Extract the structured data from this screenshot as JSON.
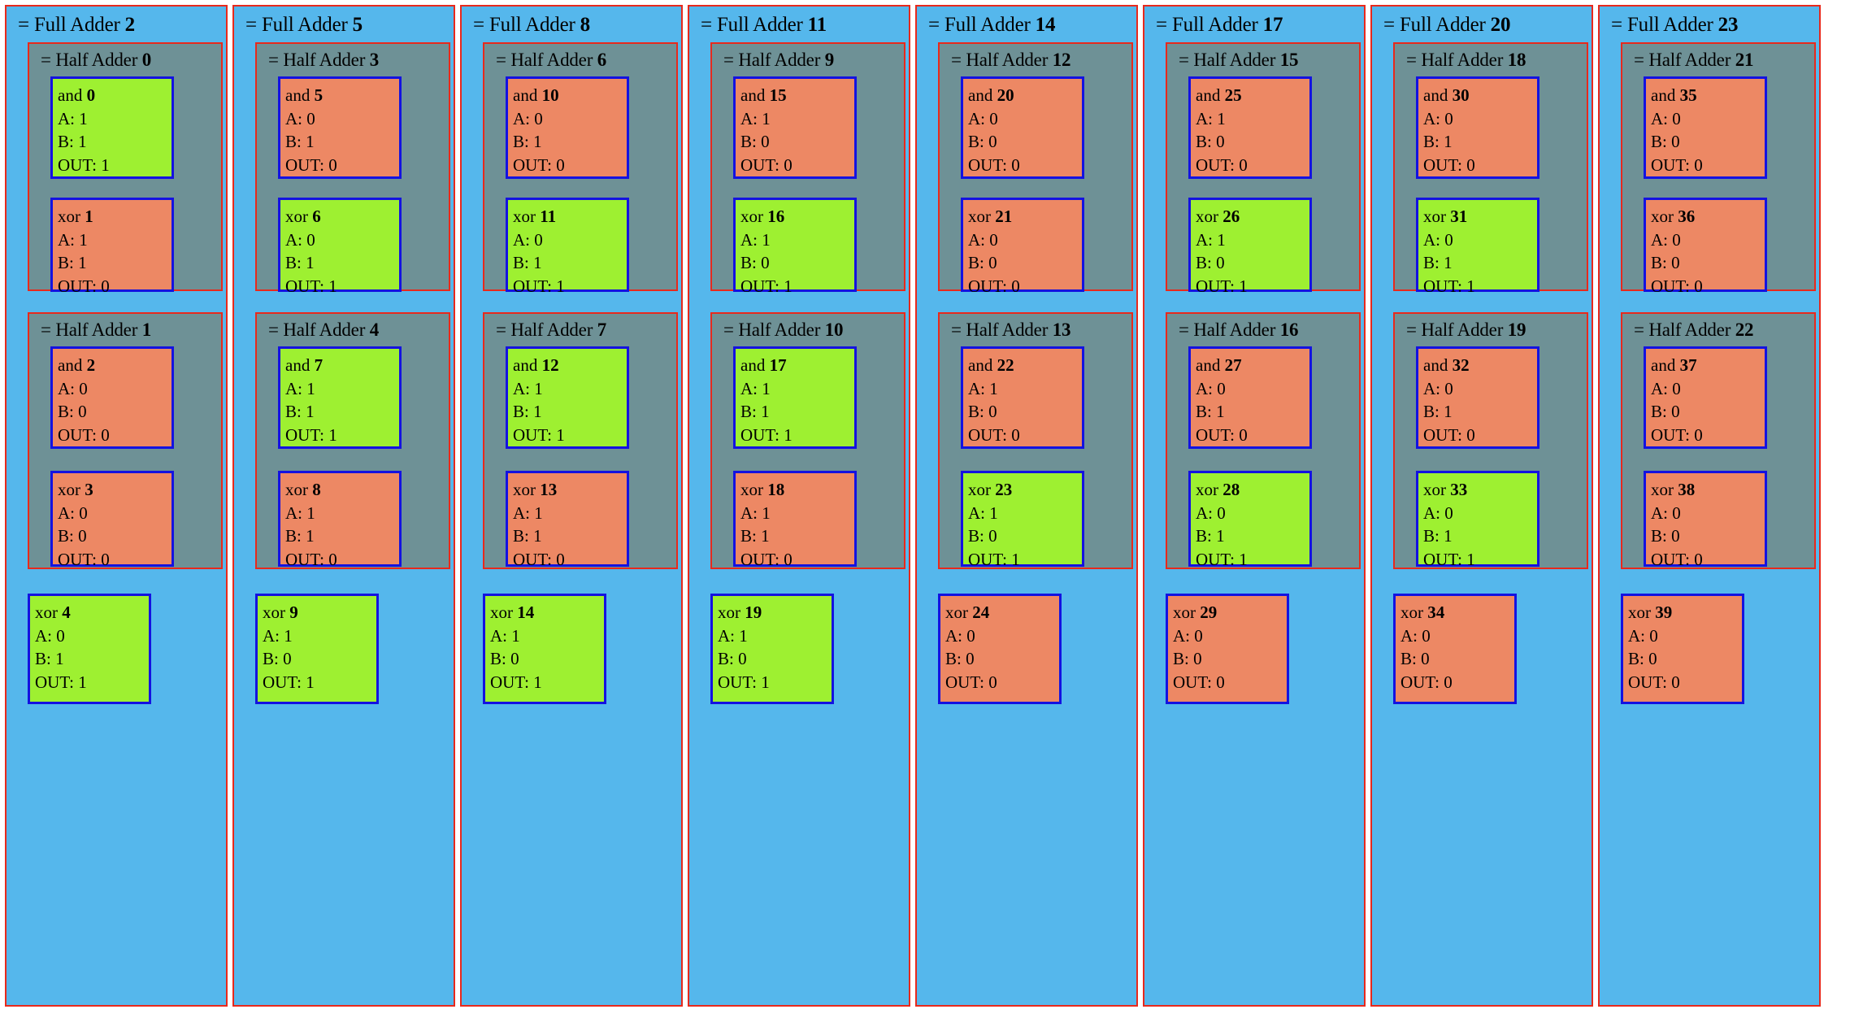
{
  "labels": {
    "full_adder_prefix": "= Full Adder",
    "half_adder_prefix": "= Half Adder",
    "a_prefix": "A:",
    "b_prefix": "B:",
    "out_prefix": "OUT:"
  },
  "colors": {
    "panel_blue": "#55b7ec",
    "panel_grey": "#6e9196",
    "gate_true": "#9ef031",
    "gate_false": "#ed8864",
    "border_red": "#e8291c",
    "border_blue": "#1412e0",
    "text": "#000000"
  },
  "columns": [
    {
      "full_adder_id": "2",
      "half_adders": [
        {
          "id": "0",
          "gates": [
            {
              "type": "and",
              "id": "0",
              "a": "1",
              "b": "1",
              "out": "1",
              "state": "green"
            },
            {
              "type": "xor",
              "id": "1",
              "a": "1",
              "b": "1",
              "out": "0",
              "state": "orange"
            }
          ]
        },
        {
          "id": "1",
          "gates": [
            {
              "type": "and",
              "id": "2",
              "a": "0",
              "b": "0",
              "out": "0",
              "state": "orange"
            },
            {
              "type": "xor",
              "id": "3",
              "a": "0",
              "b": "0",
              "out": "0",
              "state": "orange"
            }
          ]
        }
      ],
      "carry_gate": {
        "type": "xor",
        "id": "4",
        "a": "0",
        "b": "1",
        "out": "1",
        "state": "green"
      }
    },
    {
      "full_adder_id": "5",
      "half_adders": [
        {
          "id": "3",
          "gates": [
            {
              "type": "and",
              "id": "5",
              "a": "0",
              "b": "1",
              "out": "0",
              "state": "orange"
            },
            {
              "type": "xor",
              "id": "6",
              "a": "0",
              "b": "1",
              "out": "1",
              "state": "green"
            }
          ]
        },
        {
          "id": "4",
          "gates": [
            {
              "type": "and",
              "id": "7",
              "a": "1",
              "b": "1",
              "out": "1",
              "state": "green"
            },
            {
              "type": "xor",
              "id": "8",
              "a": "1",
              "b": "1",
              "out": "0",
              "state": "orange"
            }
          ]
        }
      ],
      "carry_gate": {
        "type": "xor",
        "id": "9",
        "a": "1",
        "b": "0",
        "out": "1",
        "state": "green"
      }
    },
    {
      "full_adder_id": "8",
      "half_adders": [
        {
          "id": "6",
          "gates": [
            {
              "type": "and",
              "id": "10",
              "a": "0",
              "b": "1",
              "out": "0",
              "state": "orange"
            },
            {
              "type": "xor",
              "id": "11",
              "a": "0",
              "b": "1",
              "out": "1",
              "state": "green"
            }
          ]
        },
        {
          "id": "7",
          "gates": [
            {
              "type": "and",
              "id": "12",
              "a": "1",
              "b": "1",
              "out": "1",
              "state": "green"
            },
            {
              "type": "xor",
              "id": "13",
              "a": "1",
              "b": "1",
              "out": "0",
              "state": "orange"
            }
          ]
        }
      ],
      "carry_gate": {
        "type": "xor",
        "id": "14",
        "a": "1",
        "b": "0",
        "out": "1",
        "state": "green"
      }
    },
    {
      "full_adder_id": "11",
      "half_adders": [
        {
          "id": "9",
          "gates": [
            {
              "type": "and",
              "id": "15",
              "a": "1",
              "b": "0",
              "out": "0",
              "state": "orange"
            },
            {
              "type": "xor",
              "id": "16",
              "a": "1",
              "b": "0",
              "out": "1",
              "state": "green"
            }
          ]
        },
        {
          "id": "10",
          "gates": [
            {
              "type": "and",
              "id": "17",
              "a": "1",
              "b": "1",
              "out": "1",
              "state": "green"
            },
            {
              "type": "xor",
              "id": "18",
              "a": "1",
              "b": "1",
              "out": "0",
              "state": "orange"
            }
          ]
        }
      ],
      "carry_gate": {
        "type": "xor",
        "id": "19",
        "a": "1",
        "b": "0",
        "out": "1",
        "state": "green"
      }
    },
    {
      "full_adder_id": "14",
      "half_adders": [
        {
          "id": "12",
          "gates": [
            {
              "type": "and",
              "id": "20",
              "a": "0",
              "b": "0",
              "out": "0",
              "state": "orange"
            },
            {
              "type": "xor",
              "id": "21",
              "a": "0",
              "b": "0",
              "out": "0",
              "state": "orange"
            }
          ]
        },
        {
          "id": "13",
          "gates": [
            {
              "type": "and",
              "id": "22",
              "a": "1",
              "b": "0",
              "out": "0",
              "state": "orange"
            },
            {
              "type": "xor",
              "id": "23",
              "a": "1",
              "b": "0",
              "out": "1",
              "state": "green"
            }
          ]
        }
      ],
      "carry_gate": {
        "type": "xor",
        "id": "24",
        "a": "0",
        "b": "0",
        "out": "0",
        "state": "orange"
      }
    },
    {
      "full_adder_id": "17",
      "half_adders": [
        {
          "id": "15",
          "gates": [
            {
              "type": "and",
              "id": "25",
              "a": "1",
              "b": "0",
              "out": "0",
              "state": "orange"
            },
            {
              "type": "xor",
              "id": "26",
              "a": "1",
              "b": "0",
              "out": "1",
              "state": "green"
            }
          ]
        },
        {
          "id": "16",
          "gates": [
            {
              "type": "and",
              "id": "27",
              "a": "0",
              "b": "1",
              "out": "0",
              "state": "orange"
            },
            {
              "type": "xor",
              "id": "28",
              "a": "0",
              "b": "1",
              "out": "1",
              "state": "green"
            }
          ]
        }
      ],
      "carry_gate": {
        "type": "xor",
        "id": "29",
        "a": "0",
        "b": "0",
        "out": "0",
        "state": "orange"
      }
    },
    {
      "full_adder_id": "20",
      "half_adders": [
        {
          "id": "18",
          "gates": [
            {
              "type": "and",
              "id": "30",
              "a": "0",
              "b": "1",
              "out": "0",
              "state": "orange"
            },
            {
              "type": "xor",
              "id": "31",
              "a": "0",
              "b": "1",
              "out": "1",
              "state": "green"
            }
          ]
        },
        {
          "id": "19",
          "gates": [
            {
              "type": "and",
              "id": "32",
              "a": "0",
              "b": "1",
              "out": "0",
              "state": "orange"
            },
            {
              "type": "xor",
              "id": "33",
              "a": "0",
              "b": "1",
              "out": "1",
              "state": "green"
            }
          ]
        }
      ],
      "carry_gate": {
        "type": "xor",
        "id": "34",
        "a": "0",
        "b": "0",
        "out": "0",
        "state": "orange"
      }
    },
    {
      "full_adder_id": "23",
      "half_adders": [
        {
          "id": "21",
          "gates": [
            {
              "type": "and",
              "id": "35",
              "a": "0",
              "b": "0",
              "out": "0",
              "state": "orange"
            },
            {
              "type": "xor",
              "id": "36",
              "a": "0",
              "b": "0",
              "out": "0",
              "state": "orange"
            }
          ]
        },
        {
          "id": "22",
          "gates": [
            {
              "type": "and",
              "id": "37",
              "a": "0",
              "b": "0",
              "out": "0",
              "state": "orange"
            },
            {
              "type": "xor",
              "id": "38",
              "a": "0",
              "b": "0",
              "out": "0",
              "state": "orange"
            }
          ]
        }
      ],
      "carry_gate": {
        "type": "xor",
        "id": "39",
        "a": "0",
        "b": "0",
        "out": "0",
        "state": "orange"
      }
    }
  ]
}
